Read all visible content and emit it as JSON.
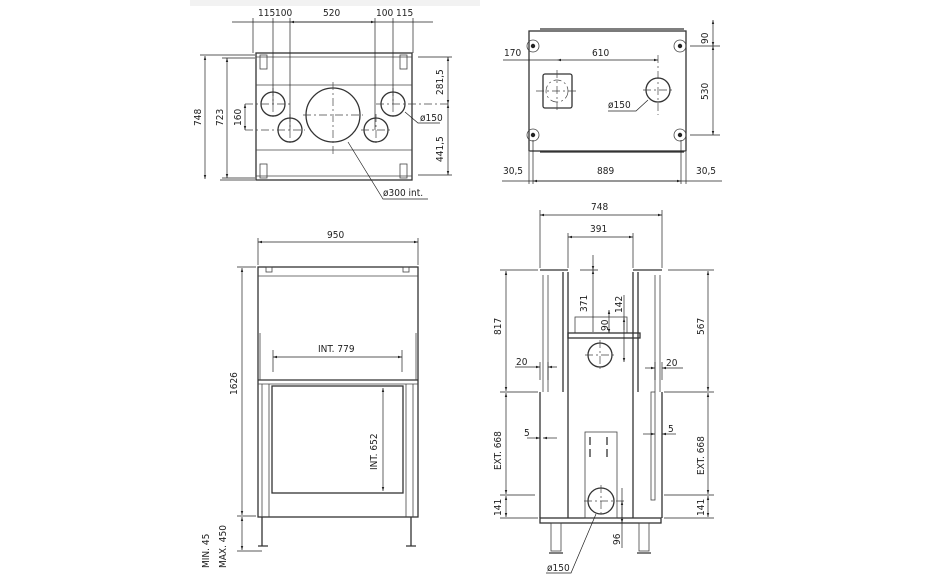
{
  "top_plan_view": {
    "widths": [
      "115",
      "100",
      "520",
      "100",
      "115"
    ],
    "overall_depth": "748",
    "inner_depth": "723",
    "hole_offset": "160",
    "top_offset": "281,5",
    "bottom_offset": "441,5",
    "small_hole_diameter": "ø150",
    "main_flue_diameter": "ø300 int."
  },
  "base_plan_view": {
    "edge_offset": "170",
    "hole_spacing": "610",
    "top_offset": "90",
    "bolt_spacing_depth": "530",
    "left_margin": "30,5",
    "bolt_spacing_width": "889",
    "right_margin": "30,5",
    "hole_diameter": "ø150"
  },
  "front_view": {
    "overall_width": "950",
    "overall_height": "1626",
    "opening_width": "INT. 779",
    "opening_height": "INT. 652",
    "leg_min": "MIN. 45",
    "leg_max": "MAX. 450"
  },
  "side_view": {
    "overall_depth": "748",
    "inner_depth": "391",
    "upper_left": "817",
    "upper_right": "567",
    "flue_height": "371",
    "flue_offset": "142",
    "flue_box": "90",
    "wall_left": "20",
    "wall_right": "20",
    "ext_left": "EXT. 668",
    "ext_right": "EXT. 668",
    "gap_left": "5",
    "gap_right": "5",
    "base_left": "141",
    "base_right": "141",
    "bottom_flue_offset": "96",
    "bottom_flue_diameter": "ø150"
  }
}
